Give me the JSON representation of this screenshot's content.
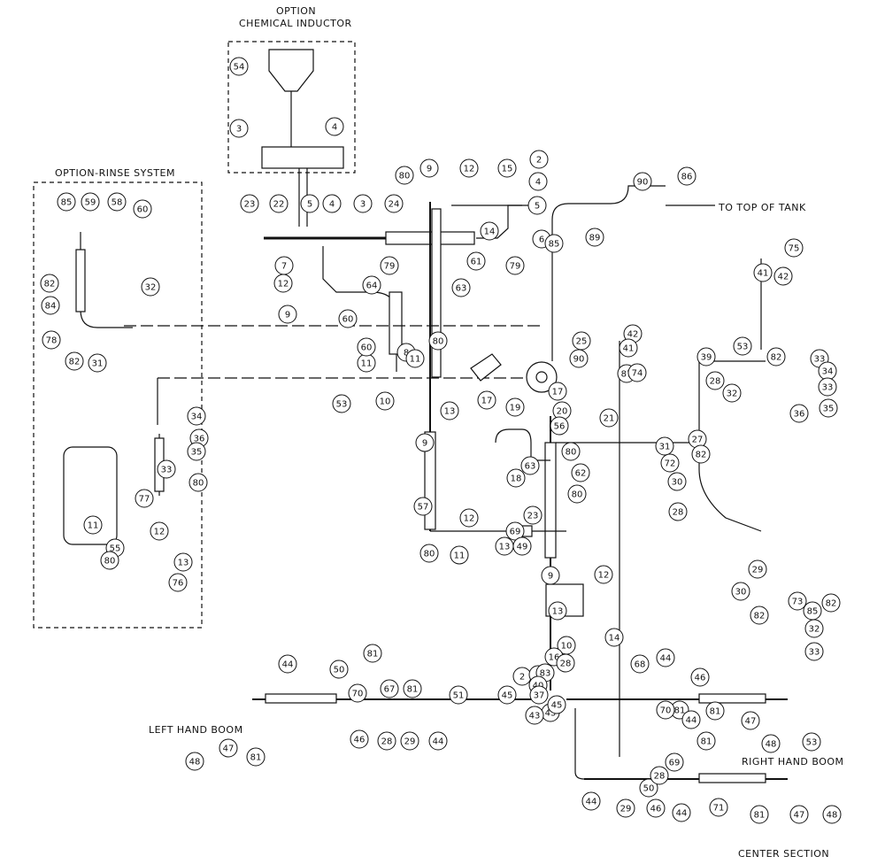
{
  "labels": {
    "option": "OPTION",
    "chemical_inductor": "CHEMICAL INDUCTOR",
    "rinse_system": "OPTION-RINSE SYSTEM",
    "to_top_of_tank": "TO TOP OF TANK",
    "left_hand_boom": "LEFT HAND BOOM",
    "right_hand_boom": "RIGHT HAND BOOM",
    "center_section": "CENTER SECTION"
  },
  "callouts": [
    "54",
    "3",
    "4",
    "5",
    "4",
    "3",
    "24",
    "23",
    "22",
    "7",
    "12",
    "9",
    "60",
    "64",
    "79",
    "61",
    "79",
    "80",
    "9",
    "12",
    "15",
    "2",
    "4",
    "5",
    "14",
    "6",
    "63",
    "90",
    "86",
    "85",
    "89",
    "85",
    "59",
    "58",
    "60",
    "82",
    "84",
    "32",
    "78",
    "82",
    "31",
    "11",
    "60",
    "8",
    "80",
    "11",
    "53",
    "10",
    "13",
    "17",
    "19",
    "17",
    "20",
    "21",
    "25",
    "90",
    "87",
    "42",
    "41",
    "74",
    "41",
    "42",
    "75",
    "53",
    "39",
    "82",
    "33",
    "34",
    "33",
    "35",
    "36",
    "32",
    "28",
    "31",
    "27",
    "82",
    "72",
    "30",
    "28",
    "29",
    "82",
    "30",
    "73",
    "82",
    "85",
    "32",
    "33",
    "34",
    "36",
    "35",
    "33",
    "11",
    "80",
    "77",
    "55",
    "12",
    "80",
    "76",
    "13",
    "9",
    "57",
    "56",
    "80",
    "62",
    "80",
    "63",
    "18",
    "23",
    "69",
    "80",
    "11",
    "12",
    "13",
    "49",
    "9",
    "12",
    "13",
    "10",
    "16",
    "14",
    "2",
    "1",
    "83",
    "40",
    "28",
    "37",
    "45",
    "43",
    "45",
    "51",
    "50",
    "81",
    "67",
    "81",
    "70",
    "44",
    "46",
    "28",
    "29",
    "44",
    "48",
    "47",
    "81",
    "68",
    "44",
    "81",
    "46",
    "44",
    "70",
    "81",
    "47",
    "48",
    "53",
    "50",
    "28",
    "69",
    "81",
    "44",
    "29",
    "46",
    "44",
    "71",
    "81",
    "47",
    "48",
    "45"
  ]
}
